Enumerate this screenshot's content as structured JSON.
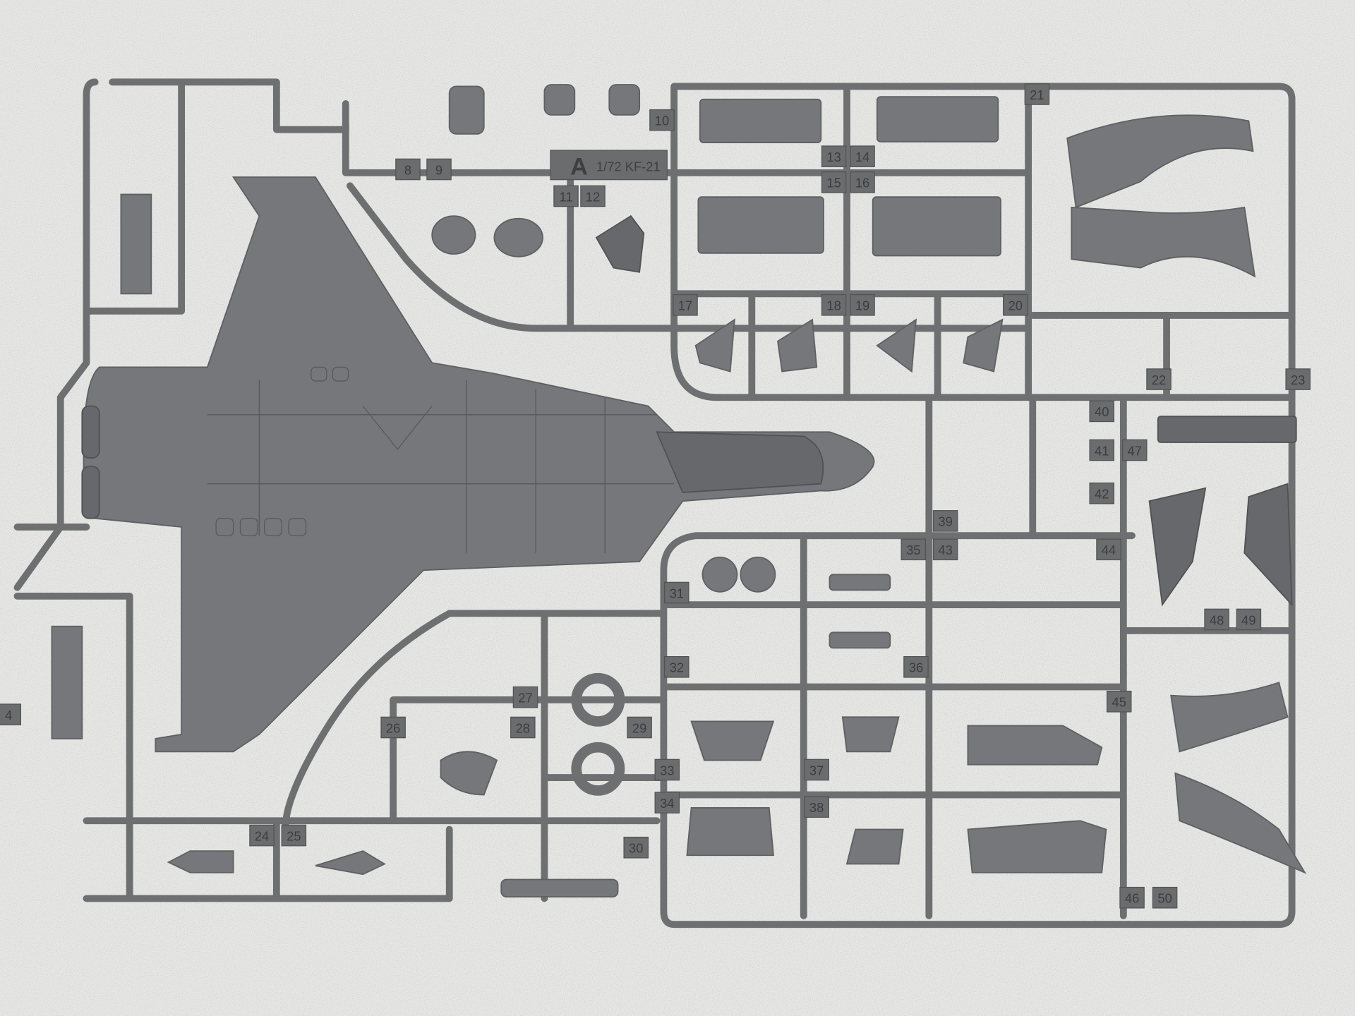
{
  "sprue": {
    "letter": "A",
    "title": "1/72 KF-21",
    "part_numbers": [
      "4",
      "8",
      "9",
      "10",
      "11",
      "12",
      "13",
      "14",
      "15",
      "16",
      "17",
      "18",
      "19",
      "20",
      "21",
      "22",
      "23",
      "24",
      "25",
      "26",
      "27",
      "28",
      "29",
      "30",
      "31",
      "32",
      "33",
      "34",
      "35",
      "36",
      "37",
      "38",
      "39",
      "40",
      "41",
      "42",
      "43",
      "44",
      "45",
      "46",
      "47",
      "48",
      "49",
      "50"
    ]
  },
  "colors": {
    "background": "#e6e6e4",
    "plastic": "#75777a",
    "runner": "#6e6f71"
  }
}
